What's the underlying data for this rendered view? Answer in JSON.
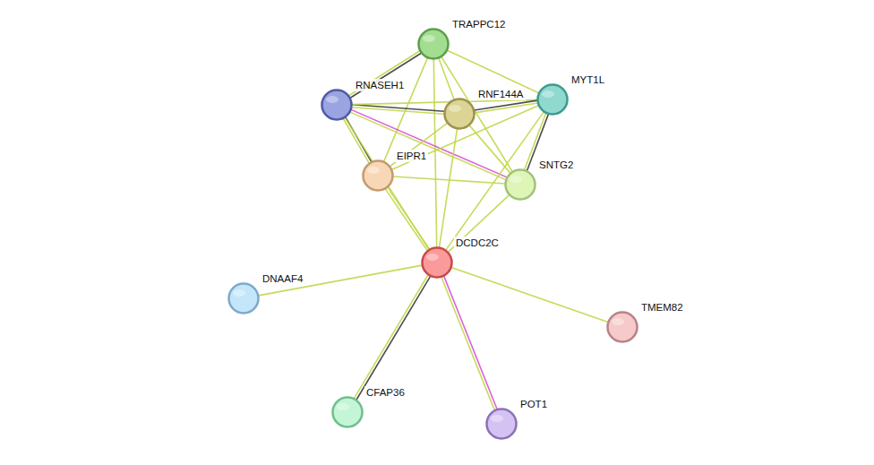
{
  "diagram": {
    "nodes": [
      {
        "text": [
          "TRAPPC12"
        ]
      },
      {
        "text": [
          "RNASEH1"
        ]
      },
      {
        "text": [
          "RNF144A"
        ]
      },
      {
        "text": [
          "MYT1L"
        ]
      },
      {
        "text": [
          "EIPR1"
        ]
      },
      {
        "text": [
          "SNTG2"
        ]
      },
      {
        "text": [
          "DCDC2C"
        ]
      },
      {
        "text": [
          "DNAAF4"
        ]
      },
      {
        "text": [
          "TMEM82"
        ]
      },
      {
        "text": [
          "CFAP36"
        ]
      },
      {
        "text": [
          "POT1"
        ]
      }
    ],
    "edges": [
      {
        "from": 0,
        "to": 1,
        "arrow": "none"
      },
      {
        "from": 0,
        "to": 1,
        "arrow": "none"
      },
      {
        "from": 0,
        "to": 2,
        "arrow": "none"
      },
      {
        "from": 0,
        "to": 3,
        "arrow": "none"
      },
      {
        "from": 0,
        "to": 4,
        "arrow": "none"
      },
      {
        "from": 0,
        "to": 5,
        "arrow": "none"
      },
      {
        "from": 0,
        "to": 6,
        "arrow": "none"
      },
      {
        "from": 1,
        "to": 2,
        "arrow": "none"
      },
      {
        "from": 1,
        "to": 2,
        "arrow": "none"
      },
      {
        "from": 1,
        "to": 3,
        "arrow": "none"
      },
      {
        "from": 1,
        "to": 4,
        "arrow": "none"
      },
      {
        "from": 1,
        "to": 4,
        "arrow": "none"
      },
      {
        "from": 1,
        "to": 5,
        "arrow": "none"
      },
      {
        "from": 1,
        "to": 5,
        "arrow": "none"
      },
      {
        "from": 1,
        "to": 6,
        "arrow": "none"
      },
      {
        "from": 2,
        "to": 3,
        "arrow": "none"
      },
      {
        "from": 2,
        "to": 3,
        "arrow": "none"
      },
      {
        "from": 2,
        "to": 4,
        "arrow": "none"
      },
      {
        "from": 2,
        "to": 5,
        "arrow": "none"
      },
      {
        "from": 2,
        "to": 6,
        "arrow": "none"
      },
      {
        "from": 3,
        "to": 4,
        "arrow": "none"
      },
      {
        "from": 3,
        "to": 5,
        "arrow": "none"
      },
      {
        "from": 3,
        "to": 5,
        "arrow": "none"
      },
      {
        "from": 3,
        "to": 6,
        "arrow": "none"
      },
      {
        "from": 4,
        "to": 5,
        "arrow": "none"
      },
      {
        "from": 4,
        "to": 6,
        "arrow": "none"
      },
      {
        "from": 4,
        "to": 6,
        "arrow": "none"
      },
      {
        "from": 5,
        "to": 6,
        "arrow": "none"
      },
      {
        "from": 6,
        "to": 7,
        "arrow": "none"
      },
      {
        "from": 6,
        "to": 8,
        "arrow": "none"
      },
      {
        "from": 6,
        "to": 9,
        "arrow": "none"
      },
      {
        "from": 6,
        "to": 9,
        "arrow": "none"
      },
      {
        "from": 6,
        "to": 10,
        "arrow": "none"
      },
      {
        "from": 6,
        "to": 10,
        "arrow": "none"
      }
    ]
  }
}
